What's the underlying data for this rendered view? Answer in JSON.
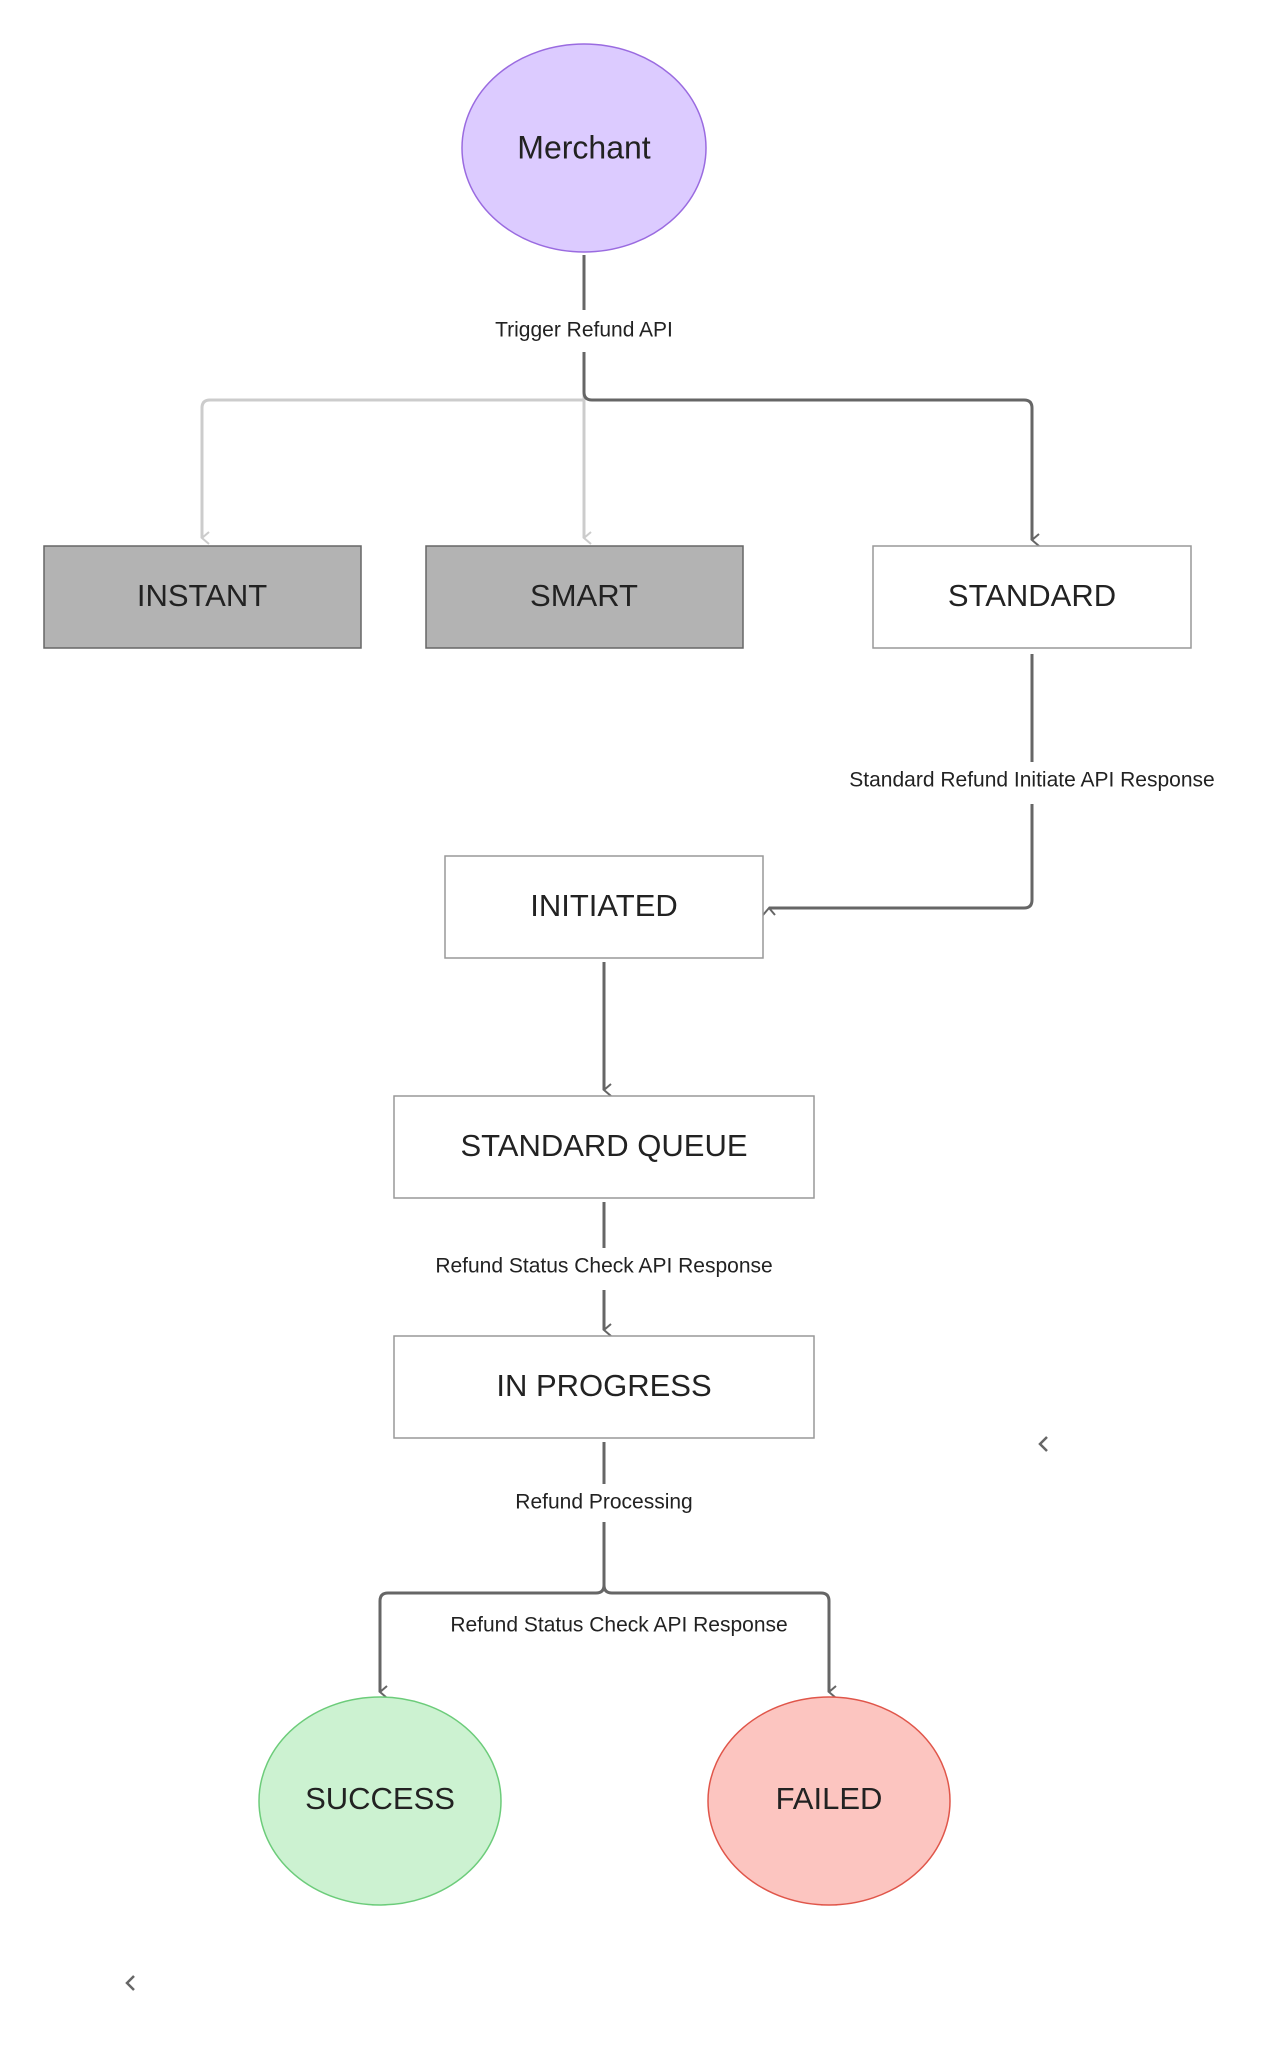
{
  "diagram": {
    "colors": {
      "edge": "#666666",
      "edge_inactive": "#cccccc",
      "box_fill": "#ffffff",
      "box_stroke": "#999999",
      "inactive_fill": "#b3b3b3",
      "inactive_stroke": "#666666",
      "merchant_fill": "#dccbff",
      "merchant_stroke": "#9a6be0",
      "success_fill": "#ccf2d1",
      "success_stroke": "#6ccc7a",
      "failed_fill": "#fcc5c0",
      "failed_stroke": "#e0564a"
    },
    "nodes": {
      "merchant": "Merchant",
      "instant": "INSTANT",
      "smart": "SMART",
      "standard": "STANDARD",
      "initiated": "INITIATED",
      "standard_queue": "STANDARD QUEUE",
      "in_progress": "IN PROGRESS",
      "success": "SUCCESS",
      "failed": "FAILED"
    },
    "edge_labels": {
      "trigger": "Trigger Refund API",
      "standard_initiate": "Standard Refund Initiate API Response",
      "status_check_1": "Refund Status Check API Response",
      "processing": "Refund Processing",
      "status_check_2": "Refund Status Check API Response"
    },
    "edges": [
      {
        "from": "merchant",
        "to": "instant",
        "label": "",
        "active": false
      },
      {
        "from": "merchant",
        "to": "smart",
        "label": "",
        "active": false
      },
      {
        "from": "merchant",
        "to": "standard",
        "label": "trigger",
        "active": true
      },
      {
        "from": "standard",
        "to": "initiated",
        "label": "standard_initiate",
        "active": true
      },
      {
        "from": "initiated",
        "to": "standard_queue",
        "label": "",
        "active": true
      },
      {
        "from": "standard_queue",
        "to": "in_progress",
        "label": "status_check_1",
        "active": true
      },
      {
        "from": "in_progress",
        "to": "success",
        "label": "processing",
        "active": true
      },
      {
        "from": "in_progress",
        "to": "failed",
        "label": "status_check_2",
        "active": true
      }
    ]
  }
}
